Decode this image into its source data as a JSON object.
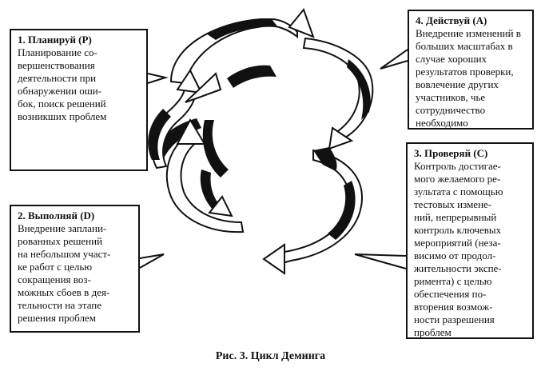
{
  "stages": [
    {
      "heading": "1. Планируй (P)",
      "text": "Планирование со-\nвершенствования\nдеятельности при\nобнаружении оши-\nбок, поиск решений\nвозникших проблем"
    },
    {
      "heading": "2. Выполняй (D)",
      "text": "Внедрение заплани-\nрованных решений\nна небольшом участ-\nке работ с целью\nсокращения воз-\nможных сбоев в дея-\nтельности на этапе\nрешения проблем"
    },
    {
      "heading": "3. Проверяй (C)",
      "text": "Контроль достигае-\nмого желаемого ре-\nзультата с помощью\nтестовых измене-\nний, непрерывный\nконтроль ключевых\nмероприятий (неза-\nвисимо от продол-\nжительности экспе-\nримента) с целью\nобеспечения по-\nвторения возмож-\nности разрешения\nпроблем"
    },
    {
      "heading": "4. Действуй (A)",
      "text": "Внедрение изменений в больших масштабах в случае хороших результатов проверки, вовлечение других участников, чье сотрудничество необходимо"
    }
  ],
  "caption": "Рис. 3. Цикл Деминга",
  "colors": {
    "ink": "#111111",
    "paper": "#ffffff"
  }
}
